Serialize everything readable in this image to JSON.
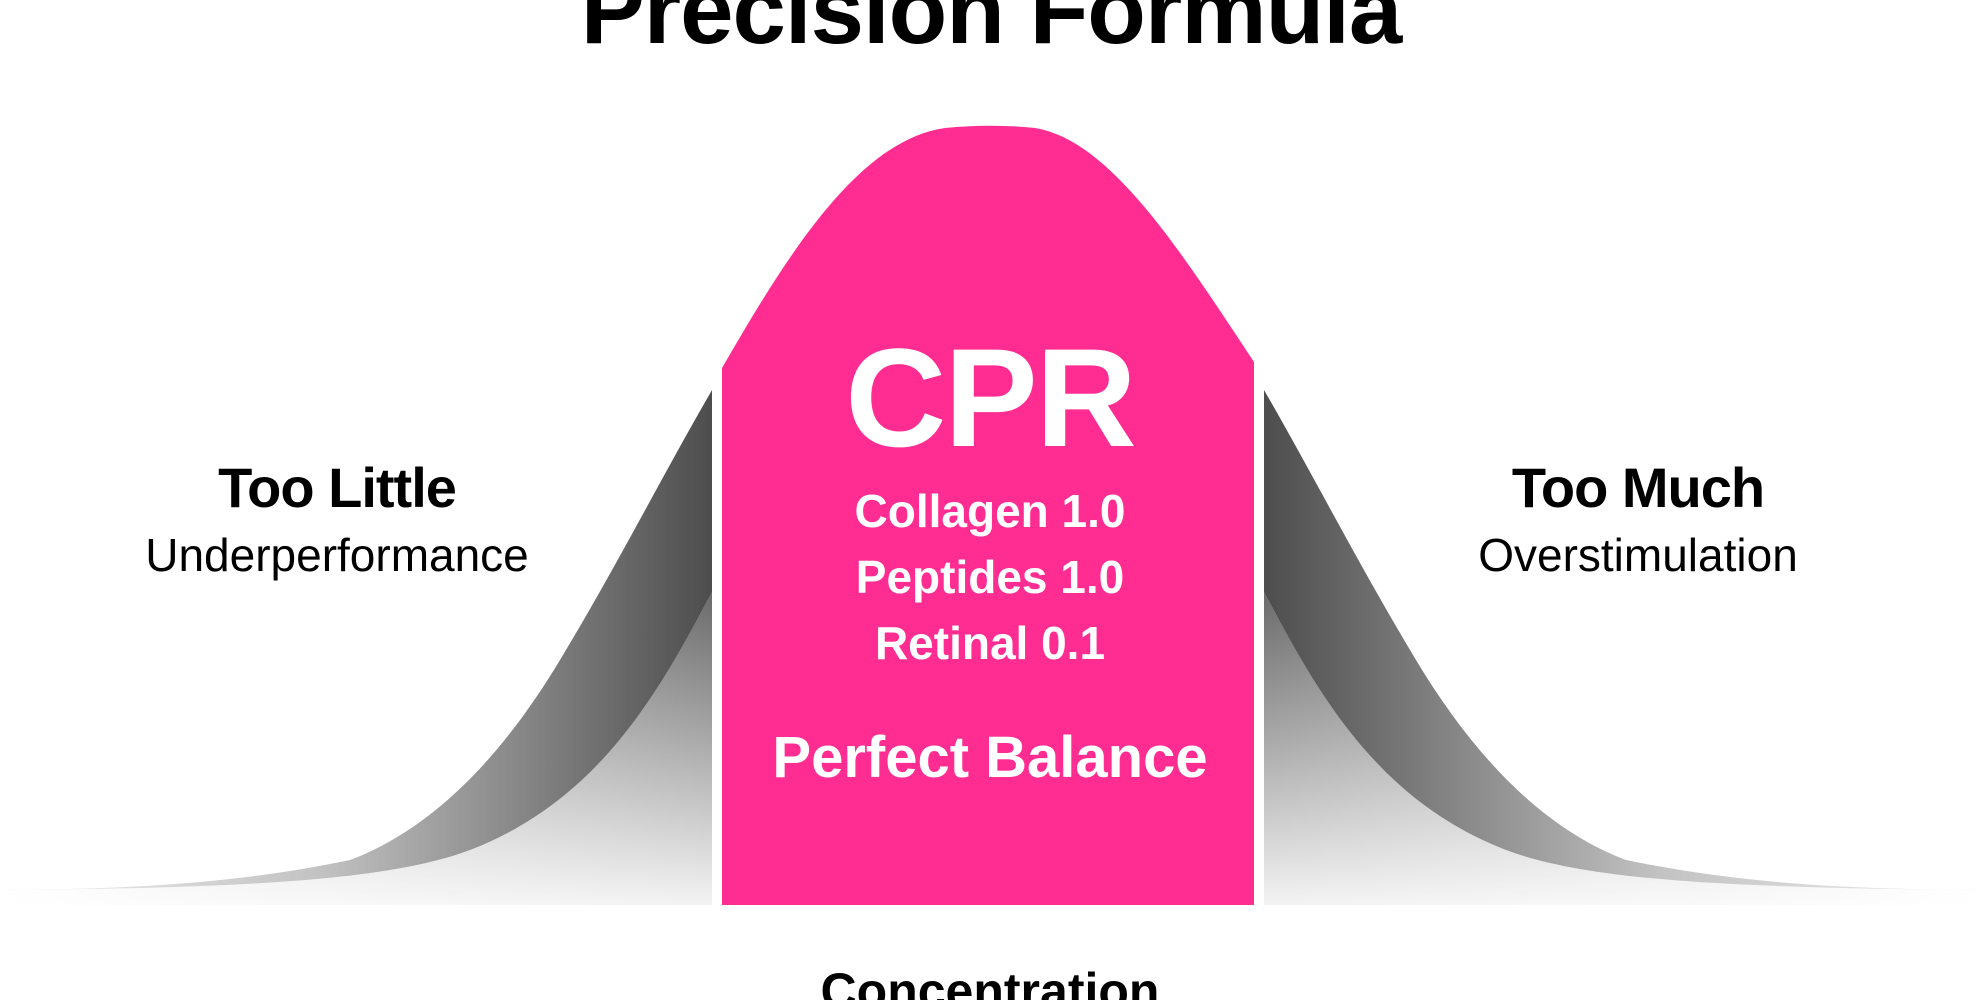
{
  "title": "Precision Formula",
  "left_zone": {
    "heading": "Too Little",
    "subheading": "Underperformance"
  },
  "right_zone": {
    "heading": "Too Much",
    "subheading": "Overstimulation"
  },
  "center_zone": {
    "product": "CPR",
    "ingredients": [
      "Collagen 1.0",
      "Peptides 1.0",
      "Retinal 0.1"
    ],
    "caption": "Perfect Balance"
  },
  "x_axis_label": "Concentration",
  "colors": {
    "accent": "#FF2D92",
    "curve_dark": "#4a4a4a",
    "text": "#000000",
    "center_text": "#ffffff"
  }
}
